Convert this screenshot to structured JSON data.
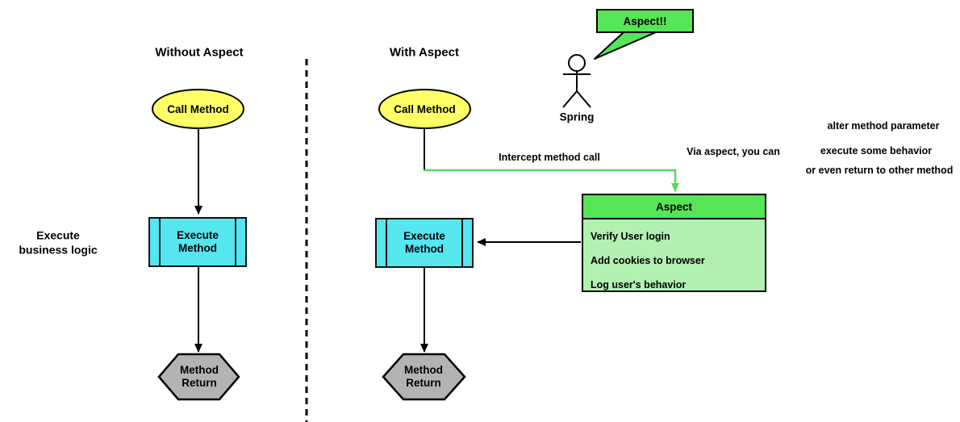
{
  "diagram": {
    "left": {
      "title": "Without Aspect",
      "call_method": "Call Method",
      "execute_method": "Execute Method",
      "side_label": "Execute business logic",
      "method_return": "Method Return"
    },
    "right": {
      "title": "With Aspect",
      "call_method": "Call Method",
      "execute_method": "Execute Method",
      "method_return": "Method Return",
      "intercept_label": "Intercept method call",
      "aspect_box": {
        "title": "Aspect",
        "items": [
          "Verify User login",
          "Add cookies to browser",
          "Log user's behavior"
        ]
      }
    },
    "actor": {
      "label": "Spring",
      "speech": "Aspect!!"
    },
    "notes": {
      "intro": "Via aspect, you can",
      "items": [
        "alter method parameter",
        "execute some behavior",
        "or even return to other method"
      ]
    }
  },
  "colors": {
    "yellow": "#FFFF66",
    "cyan": "#55E6F0",
    "green": "#55E556",
    "pale_green": "#B2F0B2",
    "gray": "#B3B3B3",
    "green_line": "#5CD65C"
  }
}
